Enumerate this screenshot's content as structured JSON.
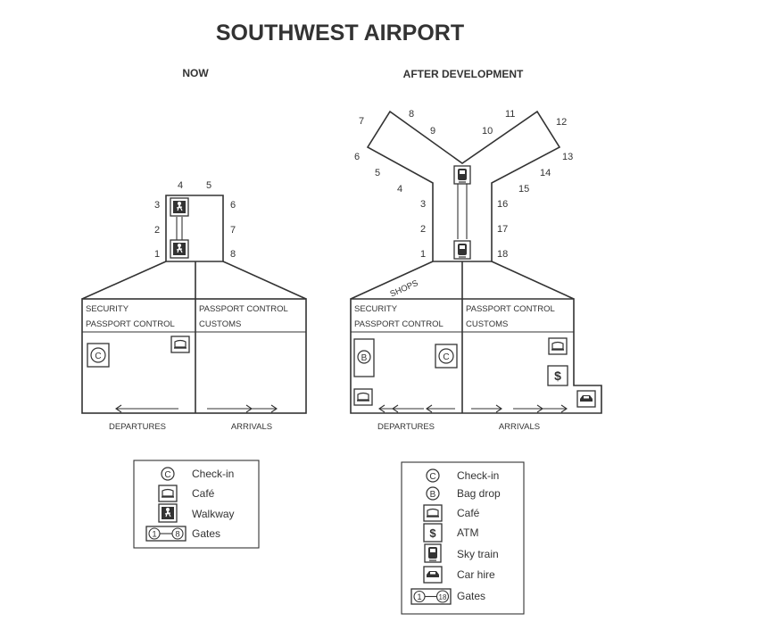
{
  "title": "SOUTHWEST AIRPORT",
  "now": {
    "heading": "NOW",
    "left_zone_line1": "SECURITY",
    "left_zone_line2": "PASSPORT CONTROL",
    "right_zone_line1": "PASSPORT CONTROL",
    "right_zone_line2": "CUSTOMS",
    "departures": "DEPARTURES",
    "arrivals": "ARRIVALS",
    "gates": [
      "1",
      "2",
      "3",
      "4",
      "5",
      "6",
      "7",
      "8"
    ]
  },
  "after": {
    "heading": "AFTER DEVELOPMENT",
    "shops": "SHOPS",
    "left_zone_line1": "SECURITY",
    "left_zone_line2": "PASSPORT CONTROL",
    "right_zone_line1": "PASSPORT CONTROL",
    "right_zone_line2": "CUSTOMS",
    "departures": "DEPARTURES",
    "arrivals": "ARRIVALS",
    "gates": [
      "1",
      "2",
      "3",
      "4",
      "5",
      "6",
      "7",
      "8",
      "9",
      "10",
      "11",
      "12",
      "13",
      "14",
      "15",
      "16",
      "17",
      "18"
    ]
  },
  "legend_now": [
    {
      "icon": "checkin-icon",
      "label": "Check-in"
    },
    {
      "icon": "cafe-icon",
      "label": "Café"
    },
    {
      "icon": "walkway-icon",
      "label": "Walkway"
    },
    {
      "icon": "gates-icon",
      "label": "Gates"
    }
  ],
  "legend_after": [
    {
      "icon": "checkin-icon",
      "label": "Check-in"
    },
    {
      "icon": "bagdrop-icon",
      "label": "Bag drop"
    },
    {
      "icon": "cafe-icon",
      "label": "Café"
    },
    {
      "icon": "atm-icon",
      "label": "ATM"
    },
    {
      "icon": "skytrain-icon",
      "label": "Sky train"
    },
    {
      "icon": "carhire-icon",
      "label": "Car hire"
    },
    {
      "icon": "gates-icon",
      "label": "Gates"
    }
  ],
  "icon_text": {
    "checkin": "C",
    "bagdrop": "B",
    "atm": "$",
    "gates_now_start": "1",
    "gates_now_end": "8",
    "gates_after_start": "1",
    "gates_after_end": "18"
  }
}
